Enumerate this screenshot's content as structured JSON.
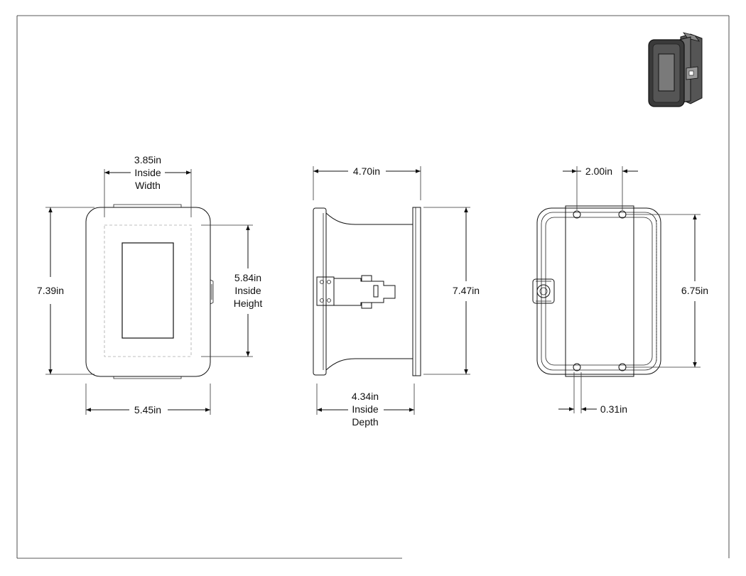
{
  "front_view": {
    "inside_width": [
      "3.85in",
      "Inside",
      "Width"
    ],
    "overall_height": "7.39in",
    "inside_height": [
      "5.84in",
      "Inside",
      "Height"
    ],
    "overall_width": "5.45in"
  },
  "side_view": {
    "overall_depth": "4.70in",
    "overall_height": "7.47in",
    "inside_depth": [
      "4.34in",
      "Inside",
      "Depth"
    ]
  },
  "back_view": {
    "hole_spacing_horizontal": "2.00in",
    "hole_spacing_vertical": "6.75in",
    "flange_offset": "0.31in"
  },
  "colors": {
    "line": "#111111",
    "hidden_line": "#aaaaaa",
    "enclosure_dark": "#3a3a3a",
    "enclosure_mid": "#6b6b6b"
  }
}
